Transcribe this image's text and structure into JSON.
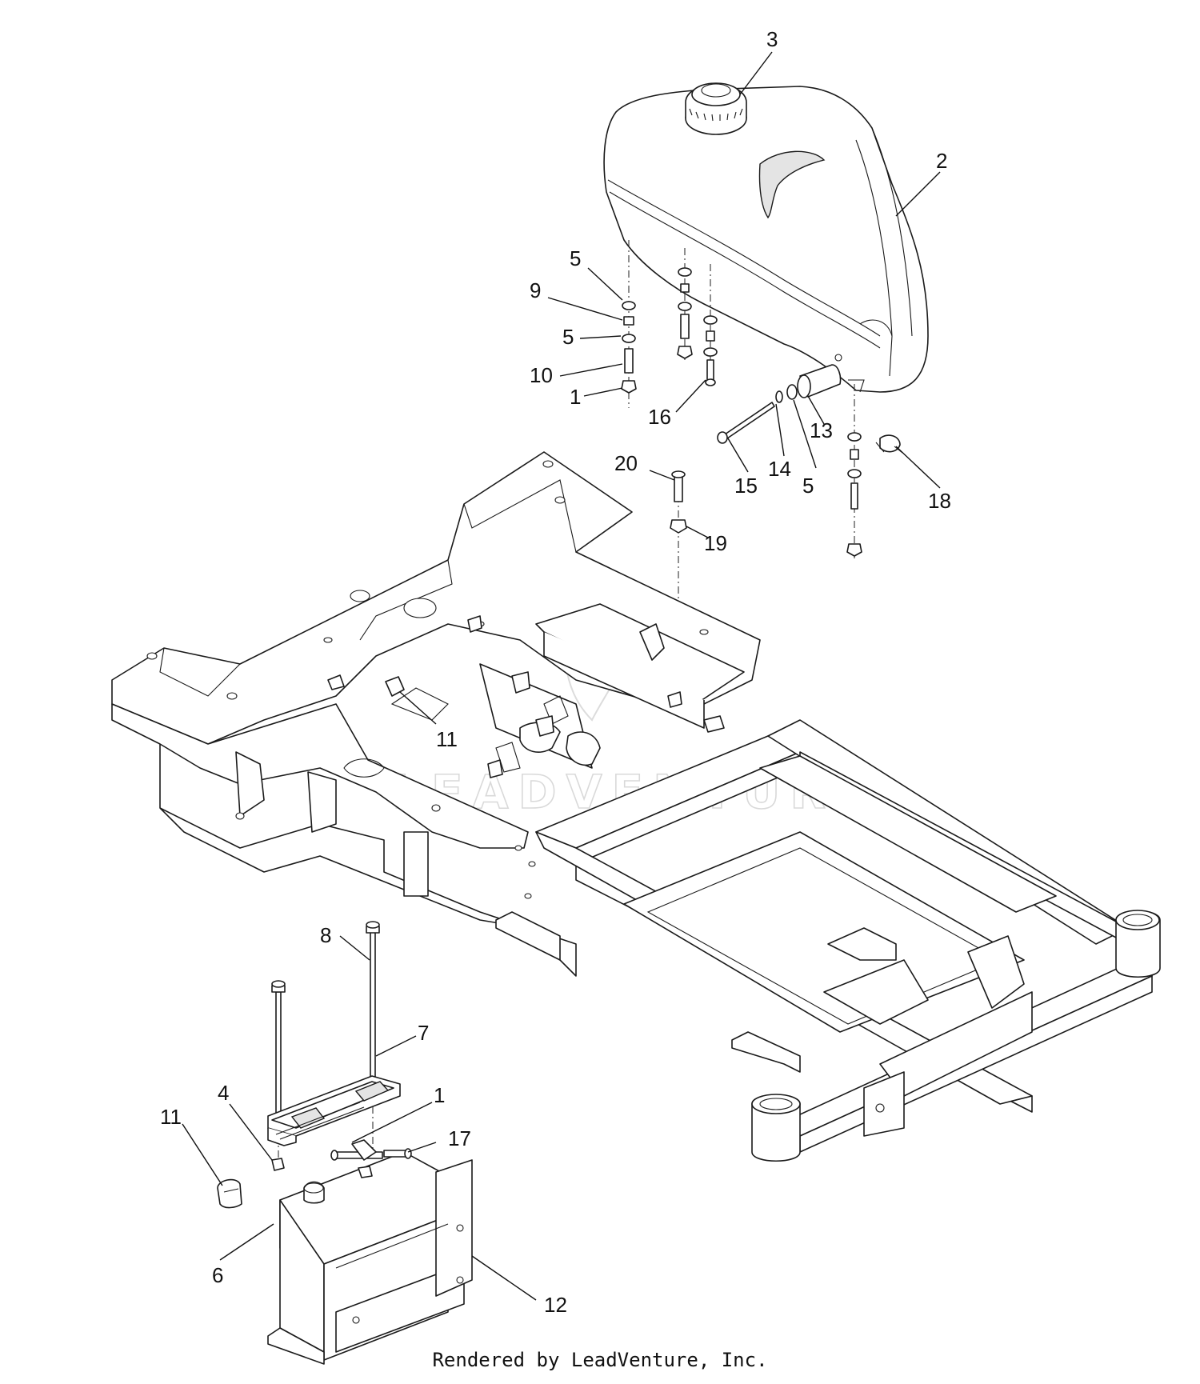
{
  "diagram": {
    "watermark": "LEADVENTURE",
    "footer": "Rendered by LeadVenture, Inc.",
    "callouts": [
      {
        "id": "c3",
        "label": "3"
      },
      {
        "id": "c2",
        "label": "2"
      },
      {
        "id": "c5a",
        "label": "5"
      },
      {
        "id": "c9",
        "label": "9"
      },
      {
        "id": "c5b",
        "label": "5"
      },
      {
        "id": "c10",
        "label": "10"
      },
      {
        "id": "c1a",
        "label": "1"
      },
      {
        "id": "c16",
        "label": "16"
      },
      {
        "id": "c13",
        "label": "13"
      },
      {
        "id": "c14",
        "label": "14"
      },
      {
        "id": "c5c",
        "label": "5"
      },
      {
        "id": "c15",
        "label": "15"
      },
      {
        "id": "c18",
        "label": "18"
      },
      {
        "id": "c20",
        "label": "20"
      },
      {
        "id": "c19",
        "label": "19"
      },
      {
        "id": "c11a",
        "label": "11"
      },
      {
        "id": "c8",
        "label": "8"
      },
      {
        "id": "c7",
        "label": "7"
      },
      {
        "id": "c4",
        "label": "4"
      },
      {
        "id": "c1b",
        "label": "1"
      },
      {
        "id": "c17",
        "label": "17"
      },
      {
        "id": "c11b",
        "label": "11"
      },
      {
        "id": "c6",
        "label": "6"
      },
      {
        "id": "c12",
        "label": "12"
      }
    ]
  }
}
